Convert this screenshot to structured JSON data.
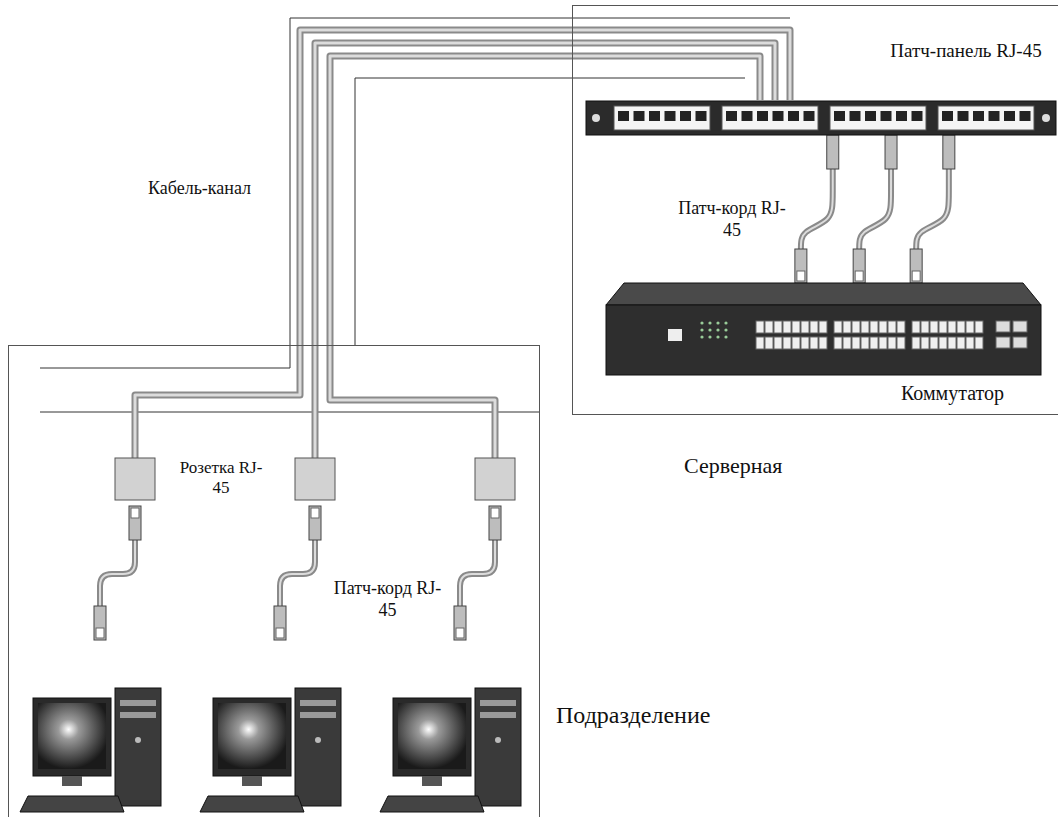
{
  "diagram": {
    "nodes": [
      {
        "text": [
          "Серверная"
        ]
      },
      {
        "text": [
          "Патч-панель RJ-45"
        ],
        "in": 0
      },
      {
        "text": [
          "Коммутатор"
        ],
        "in": 0
      },
      {
        "text": [
          "Подразделение"
        ]
      }
    ],
    "edges": [
      {
        "from": 1,
        "to": 2,
        "arrow": "none"
      },
      {
        "from": 1,
        "to": 2,
        "arrow": "none"
      },
      {
        "from": 1,
        "to": 2,
        "arrow": "none"
      }
    ],
    "labels": [
      "Кабель-канал",
      "Патч-корд RJ-45",
      "Розетка RJ-45",
      "Патч-корд RJ-45"
    ]
  }
}
